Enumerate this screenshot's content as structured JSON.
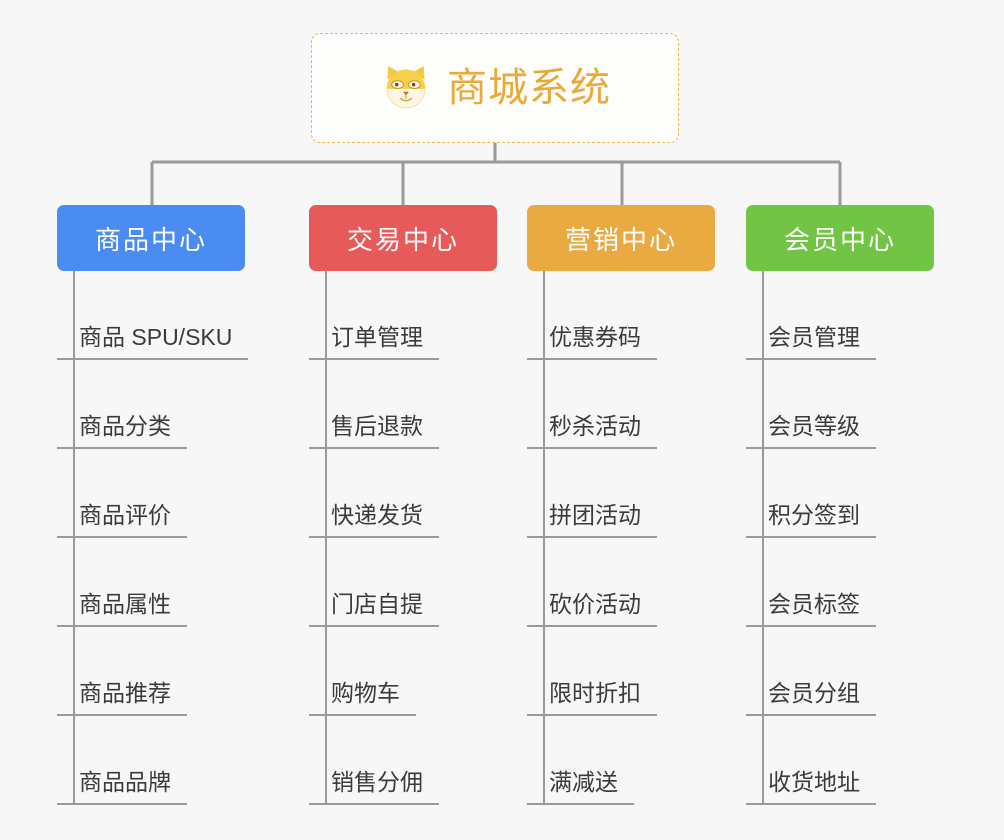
{
  "diagram": {
    "type": "mind-map-tree",
    "background_color": "#f7f7f7",
    "root": {
      "title": "商城系统",
      "icon": "shiba-dog-face-emoji",
      "text_color": "#e8ab3a",
      "border_color": "#e8b84b",
      "border_style": "dashed",
      "background_color": "#fdfdfb"
    },
    "connector_color": "#9a9a9a",
    "leaf_text_color": "#3b3b3b",
    "branches": [
      {
        "id": "product-center",
        "label": "商品中心",
        "color": "#4a8cf2",
        "text_color": "#ffffff",
        "items": [
          "商品 SPU/SKU",
          "商品分类",
          "商品评价",
          "商品属性",
          "商品推荐",
          "商品品牌"
        ]
      },
      {
        "id": "trade-center",
        "label": "交易中心",
        "color": "#e65a5a",
        "text_color": "#ffffff",
        "items": [
          "订单管理",
          "售后退款",
          "快递发货",
          "门店自提",
          "购物车",
          "销售分佣"
        ]
      },
      {
        "id": "marketing-center",
        "label": "营销中心",
        "color": "#eaaa42",
        "text_color": "#ffffff",
        "items": [
          "优惠券码",
          "秒杀活动",
          "拼团活动",
          "砍价活动",
          "限时折扣",
          "满减送"
        ]
      },
      {
        "id": "member-center",
        "label": "会员中心",
        "color": "#72c544",
        "text_color": "#ffffff",
        "items": [
          "会员管理",
          "会员等级",
          "积分签到",
          "会员标签",
          "会员分组",
          "收货地址"
        ]
      }
    ]
  }
}
